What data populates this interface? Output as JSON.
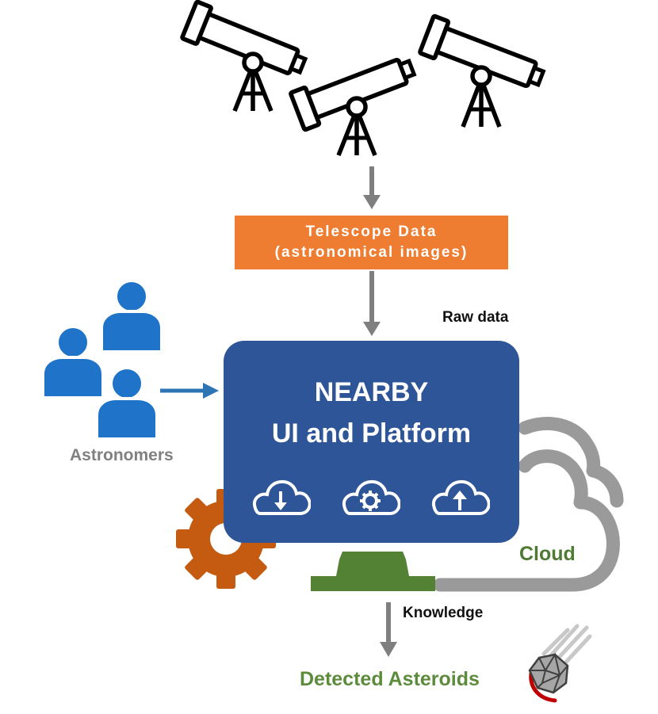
{
  "telescope_box": {
    "line1": "Telescope Data",
    "line2": "(astronomical images)"
  },
  "labels": {
    "raw_data": "Raw data",
    "astronomers": "Astronomers",
    "cloud": "Cloud",
    "knowledge": "Knowledge",
    "detected_asteroids": "Detected Asteroids"
  },
  "platform": {
    "title": "NEARBY",
    "subtitle": "UI and Platform"
  },
  "colors": {
    "platform_blue": "#2e5597",
    "telescope_orange": "#ee7d32",
    "astronomer_blue": "#1f74c9",
    "gear_orange": "#c55a11",
    "stand_green": "#548235",
    "cloud_gray": "#9a9a9a",
    "arrow_gray": "#7f7f7f",
    "asteroid_red": "#c00000"
  },
  "icons": {
    "telescope": "telescope-icon",
    "astronomer": "person-icon",
    "gear": "gear-icon",
    "cloud_download": "cloud-download-icon",
    "cloud_settings": "cloud-settings-icon",
    "cloud_upload": "cloud-upload-icon",
    "asteroid": "asteroid-icon"
  }
}
